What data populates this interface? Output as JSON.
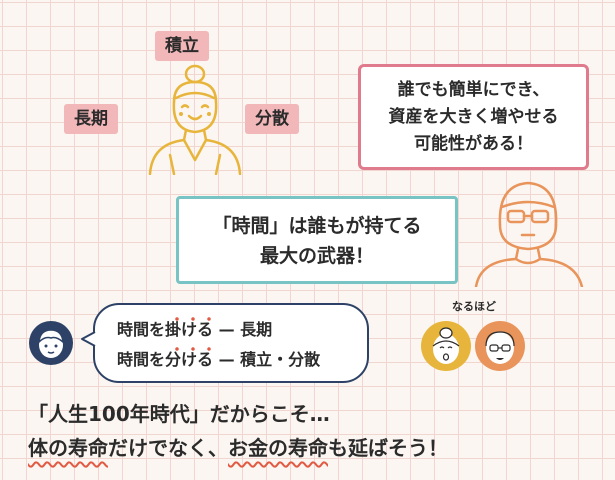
{
  "tags": {
    "top": "積立",
    "left": "長期",
    "right": "分散"
  },
  "pink_box": {
    "line1": "誰でも簡単にでき、",
    "line2": "資産を大きく増やせる",
    "line3": "可能性がある！"
  },
  "teal_box": {
    "line1": "「時間」は誰もが持てる",
    "line2": "最大の武器！"
  },
  "speech": {
    "line1_a": "時間を",
    "line1_b": "掛ける",
    "line1_c": " — 長期",
    "line2_a": "時間を",
    "line2_b": "分ける",
    "line2_c": " — 積立・分散"
  },
  "naruhodo": "なるほど",
  "caption": {
    "line1": "「人生100年時代」だからこそ…",
    "line2_a": "体の寿命",
    "line2_b": "だけでなく、",
    "line2_c": "お金の寿命",
    "line2_d": "も延ばそう！"
  },
  "colors": {
    "tag_bg": "#f2b7b8",
    "pink_border": "#e07a8d",
    "teal_border": "#78c3c3",
    "speech_border": "#2d4266",
    "wavy_underline": "#e15a43",
    "yellow_line": "#e8b53c",
    "orange_line": "#e8945b"
  }
}
